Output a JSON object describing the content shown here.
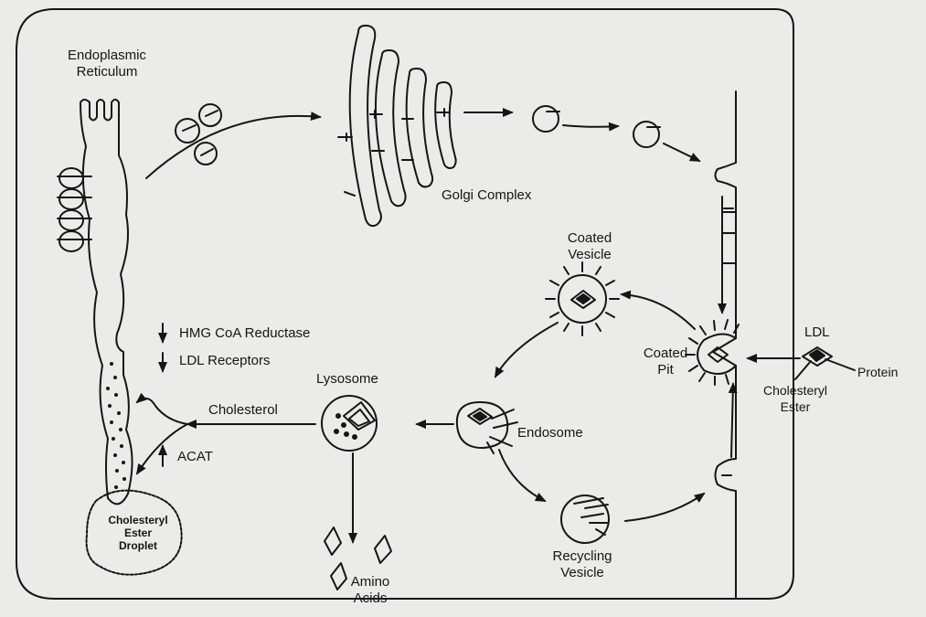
{
  "labels": {
    "er_line1": "Endoplasmic",
    "er_line2": "Reticulum",
    "golgi": "Golgi Complex",
    "coated_vesicle_1": "Coated",
    "coated_vesicle_2": "Vesicle",
    "coated_pit_1": "Coated",
    "coated_pit_2": "Pit",
    "ldl": "LDL",
    "protein": "Protein",
    "cholesteryl_ester_1": "Cholesteryl",
    "cholesteryl_ester_2": "Ester",
    "hmg": "HMG CoA Reductase",
    "ldl_receptors": "LDL Receptors",
    "lysosome": "Lysosome",
    "cholesterol": "Cholesterol",
    "endosome": "Endosome",
    "acat": "ACAT",
    "droplet_1": "Cholesteryl",
    "droplet_2": "Ester",
    "droplet_3": "Droplet",
    "recycling_1": "Recycling",
    "recycling_2": "Vesicle",
    "amino_1": "Amino",
    "amino_2": "Acids"
  },
  "colors": {
    "ink": "#151515",
    "paper": "#ebebe9"
  }
}
